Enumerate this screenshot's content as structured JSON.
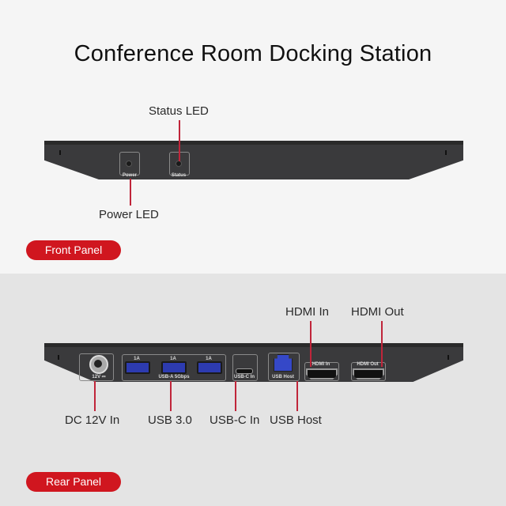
{
  "title": "Conference Room Docking Station",
  "front_panel": {
    "badge": "Front Panel",
    "callouts": {
      "status_led": "Status LED",
      "power_led": "Power LED"
    },
    "device_labels": {
      "power": "Power",
      "status": "Status"
    }
  },
  "rear_panel": {
    "badge": "Rear Panel",
    "callouts": {
      "hdmi_in": "HDMI In",
      "hdmi_out": "HDMI Out",
      "dc_in": "DC 12V In",
      "usb30": "USB 3.0",
      "usbc_in": "USB-C In",
      "usb_host": "USB Host"
    },
    "device_labels": {
      "dc": "12V ⎓",
      "usba_group": "USB-A 5Gbps",
      "usba_current": "1A",
      "usbc": "USB-C In",
      "usb_host": "USB Host",
      "hdmi_in": "HDMI In",
      "hdmi_out": "HDMI Out"
    }
  },
  "colors": {
    "accent": "#d0161f",
    "callout_line": "#c0253a",
    "device": "#3a3a3c"
  }
}
